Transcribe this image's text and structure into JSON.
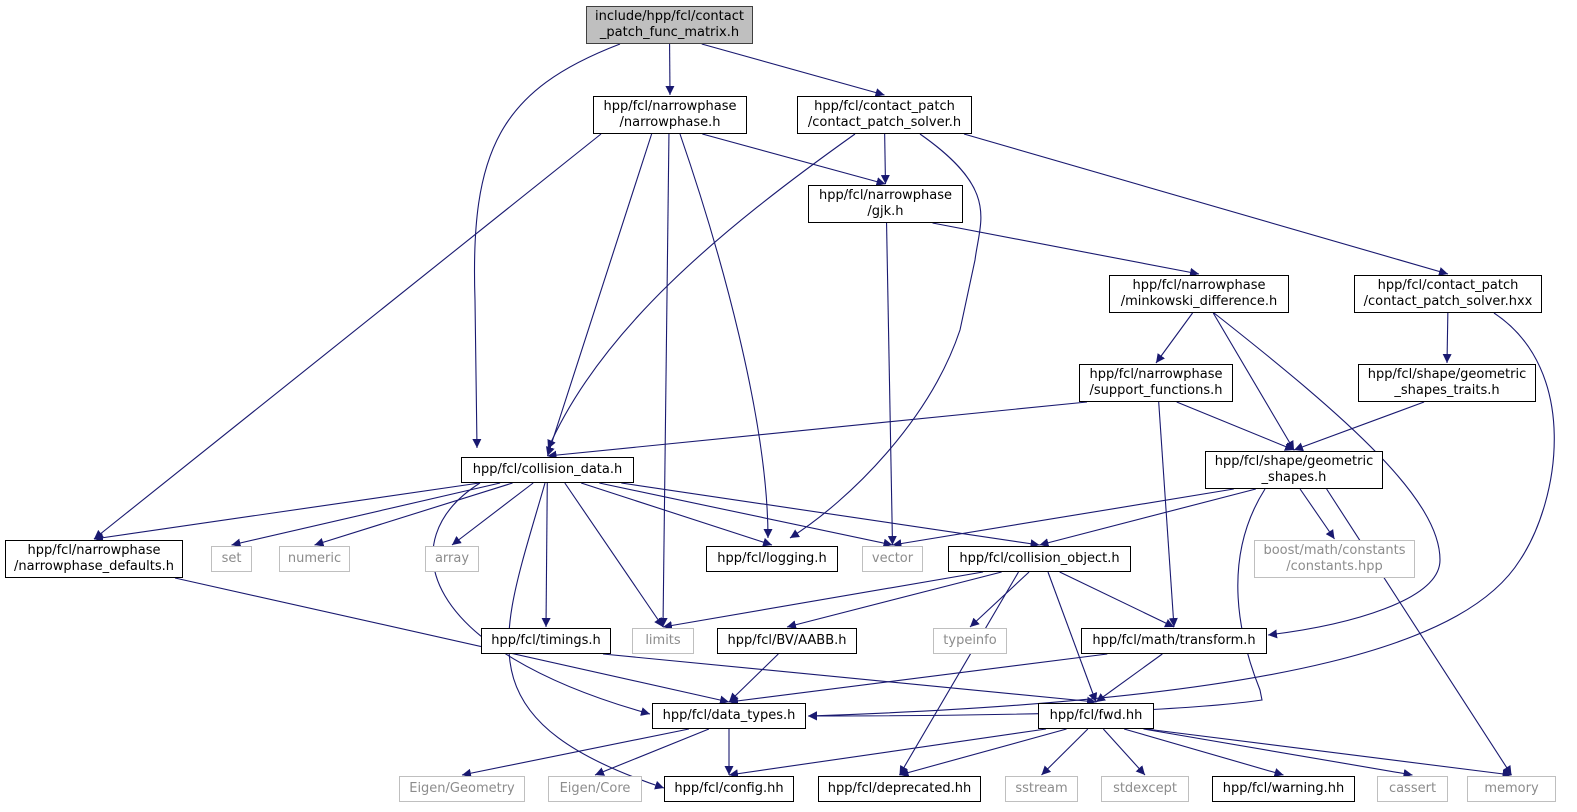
{
  "colors": {
    "edge": "#191970",
    "root_fill": "#bfbfbf",
    "system_border": "#bfbfbf",
    "system_text": "#8c8c8c"
  },
  "nodes": [
    {
      "id": "root",
      "text": "include/hpp/fcl/contact\n_patch_func_matrix.h",
      "kind": "root"
    },
    {
      "id": "narrowphase",
      "text": "hpp/fcl/narrowphase\n/narrowphase.h",
      "kind": "file"
    },
    {
      "id": "cp_solver_h",
      "text": "hpp/fcl/contact_patch\n/contact_patch_solver.h",
      "kind": "file"
    },
    {
      "id": "gjk",
      "text": "hpp/fcl/narrowphase\n/gjk.h",
      "kind": "file"
    },
    {
      "id": "minkowski",
      "text": "hpp/fcl/narrowphase\n/minkowski_difference.h",
      "kind": "file"
    },
    {
      "id": "cp_solver_hxx",
      "text": "hpp/fcl/contact_patch\n/contact_patch_solver.hxx",
      "kind": "file"
    },
    {
      "id": "support",
      "text": "hpp/fcl/narrowphase\n/support_functions.h",
      "kind": "file"
    },
    {
      "id": "shapes_traits",
      "text": "hpp/fcl/shape/geometric\n_shapes_traits.h",
      "kind": "file"
    },
    {
      "id": "collision_data",
      "text": "hpp/fcl/collision_data.h",
      "kind": "file"
    },
    {
      "id": "geom_shapes",
      "text": "hpp/fcl/shape/geometric\n_shapes.h",
      "kind": "file"
    },
    {
      "id": "np_defaults",
      "text": "hpp/fcl/narrowphase\n/narrowphase_defaults.h",
      "kind": "file"
    },
    {
      "id": "set",
      "text": "set",
      "kind": "system"
    },
    {
      "id": "numeric",
      "text": "numeric",
      "kind": "system"
    },
    {
      "id": "array",
      "text": "array",
      "kind": "system"
    },
    {
      "id": "logging",
      "text": "hpp/fcl/logging.h",
      "kind": "file"
    },
    {
      "id": "vector",
      "text": "vector",
      "kind": "system"
    },
    {
      "id": "collision_object",
      "text": "hpp/fcl/collision_object.h",
      "kind": "file"
    },
    {
      "id": "boost_const",
      "text": "boost/math/constants\n/constants.hpp",
      "kind": "system"
    },
    {
      "id": "timings",
      "text": "hpp/fcl/timings.h",
      "kind": "file"
    },
    {
      "id": "limits",
      "text": "limits",
      "kind": "system"
    },
    {
      "id": "aabb",
      "text": "hpp/fcl/BV/AABB.h",
      "kind": "file"
    },
    {
      "id": "typeinfo",
      "text": "typeinfo",
      "kind": "system"
    },
    {
      "id": "transform",
      "text": "hpp/fcl/math/transform.h",
      "kind": "file"
    },
    {
      "id": "data_types",
      "text": "hpp/fcl/data_types.h",
      "kind": "file"
    },
    {
      "id": "fwd",
      "text": "hpp/fcl/fwd.hh",
      "kind": "file"
    },
    {
      "id": "eigen_geom",
      "text": "Eigen/Geometry",
      "kind": "system"
    },
    {
      "id": "eigen_core",
      "text": "Eigen/Core",
      "kind": "system"
    },
    {
      "id": "config",
      "text": "hpp/fcl/config.hh",
      "kind": "file"
    },
    {
      "id": "deprecated",
      "text": "hpp/fcl/deprecated.hh",
      "kind": "file"
    },
    {
      "id": "sstream",
      "text": "sstream",
      "kind": "system"
    },
    {
      "id": "stdexcept",
      "text": "stdexcept",
      "kind": "system"
    },
    {
      "id": "warning",
      "text": "hpp/fcl/warning.hh",
      "kind": "file"
    },
    {
      "id": "cassert",
      "text": "cassert",
      "kind": "system"
    },
    {
      "id": "memory",
      "text": "memory",
      "kind": "system"
    }
  ],
  "edges": [
    [
      "root",
      "narrowphase"
    ],
    [
      "root",
      "cp_solver_h"
    ],
    [
      "root",
      "collision_data"
    ],
    [
      "narrowphase",
      "gjk"
    ],
    [
      "narrowphase",
      "collision_data"
    ],
    [
      "narrowphase",
      "np_defaults"
    ],
    [
      "narrowphase",
      "limits"
    ],
    [
      "narrowphase",
      "logging"
    ],
    [
      "cp_solver_h",
      "gjk"
    ],
    [
      "cp_solver_h",
      "cp_solver_hxx"
    ],
    [
      "cp_solver_h",
      "collision_data"
    ],
    [
      "cp_solver_h",
      "logging"
    ],
    [
      "gjk",
      "minkowski"
    ],
    [
      "gjk",
      "vector"
    ],
    [
      "minkowski",
      "support"
    ],
    [
      "minkowski",
      "geom_shapes"
    ],
    [
      "minkowski",
      "transform"
    ],
    [
      "cp_solver_hxx",
      "shapes_traits"
    ],
    [
      "cp_solver_hxx",
      "data_types"
    ],
    [
      "support",
      "collision_data"
    ],
    [
      "support",
      "geom_shapes"
    ],
    [
      "support",
      "transform"
    ],
    [
      "shapes_traits",
      "geom_shapes"
    ],
    [
      "collision_data",
      "np_defaults"
    ],
    [
      "collision_data",
      "set"
    ],
    [
      "collision_data",
      "numeric"
    ],
    [
      "collision_data",
      "array"
    ],
    [
      "collision_data",
      "logging"
    ],
    [
      "collision_data",
      "vector"
    ],
    [
      "collision_data",
      "collision_object"
    ],
    [
      "collision_data",
      "timings"
    ],
    [
      "collision_data",
      "limits"
    ],
    [
      "collision_data",
      "data_types"
    ],
    [
      "collision_data",
      "config"
    ],
    [
      "geom_shapes",
      "vector"
    ],
    [
      "geom_shapes",
      "collision_object"
    ],
    [
      "geom_shapes",
      "boost_const"
    ],
    [
      "geom_shapes",
      "memory"
    ],
    [
      "geom_shapes",
      "data_types"
    ],
    [
      "np_defaults",
      "data_types"
    ],
    [
      "collision_object",
      "limits"
    ],
    [
      "collision_object",
      "aabb"
    ],
    [
      "collision_object",
      "typeinfo"
    ],
    [
      "collision_object",
      "transform"
    ],
    [
      "collision_object",
      "fwd"
    ],
    [
      "collision_object",
      "deprecated"
    ],
    [
      "timings",
      "fwd"
    ],
    [
      "aabb",
      "data_types"
    ],
    [
      "transform",
      "data_types"
    ],
    [
      "transform",
      "fwd"
    ],
    [
      "data_types",
      "eigen_geom"
    ],
    [
      "data_types",
      "eigen_core"
    ],
    [
      "data_types",
      "config"
    ],
    [
      "fwd",
      "config"
    ],
    [
      "fwd",
      "deprecated"
    ],
    [
      "fwd",
      "sstream"
    ],
    [
      "fwd",
      "stdexcept"
    ],
    [
      "fwd",
      "warning"
    ],
    [
      "fwd",
      "cassert"
    ],
    [
      "fwd",
      "memory"
    ]
  ]
}
